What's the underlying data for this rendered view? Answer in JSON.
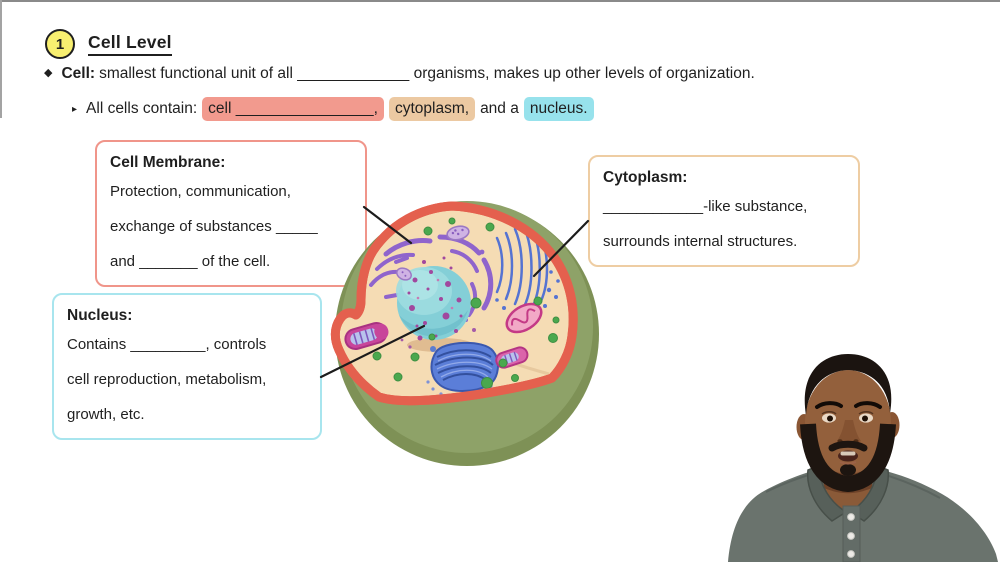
{
  "frame": {
    "top_edge_color": "#8a8a8a"
  },
  "header": {
    "badge": "1",
    "title": "Cell Level"
  },
  "definition": {
    "bullet": "◆",
    "term": "Cell:",
    "rest": "smallest functional unit of all _____________ organisms, makes up other levels of organization."
  },
  "contains": {
    "bullet": "▸",
    "prefix": "All cells contain:",
    "cell_blank": "cell ________________,",
    "cytoplasm": "cytoplasm,",
    "conj": "and a",
    "nucleus": "nucleus."
  },
  "callouts": {
    "membrane": {
      "title": "Cell Membrane:",
      "line1": "Protection, communication,",
      "line2": "exchange of substances _____",
      "line3": "and _______ of the cell."
    },
    "cytoplasm": {
      "title": "Cytoplasm:",
      "line1": "____________-like substance,",
      "line2": "surrounds internal structures."
    },
    "nucleus": {
      "title": "Nucleus:",
      "line1": "Contains _________, controls",
      "line2": "cell reproduction, metabolism,",
      "line3": "growth, etc."
    }
  },
  "colors": {
    "highlight_red": "#f29a8e",
    "highlight_tan": "#ecc9a2",
    "highlight_cyan": "#97e2ec",
    "box_border_red": "#f0958a",
    "box_border_tan": "#eecda3",
    "box_border_cyan": "#a8e5ee",
    "badge_yellow": "#f8ef70",
    "cell_outer_green": "#8ea268",
    "cell_membrane_red": "#e4604e",
    "cell_cytoplasm_tan": "#f5dcb4",
    "nucleus_cyan": "#84cfd7",
    "er_purple": "#8f64cc",
    "golgi_blue": "#5573d2",
    "mitochondria_pink": "#f2a9c6",
    "shirt_gray": "#6a736d"
  }
}
